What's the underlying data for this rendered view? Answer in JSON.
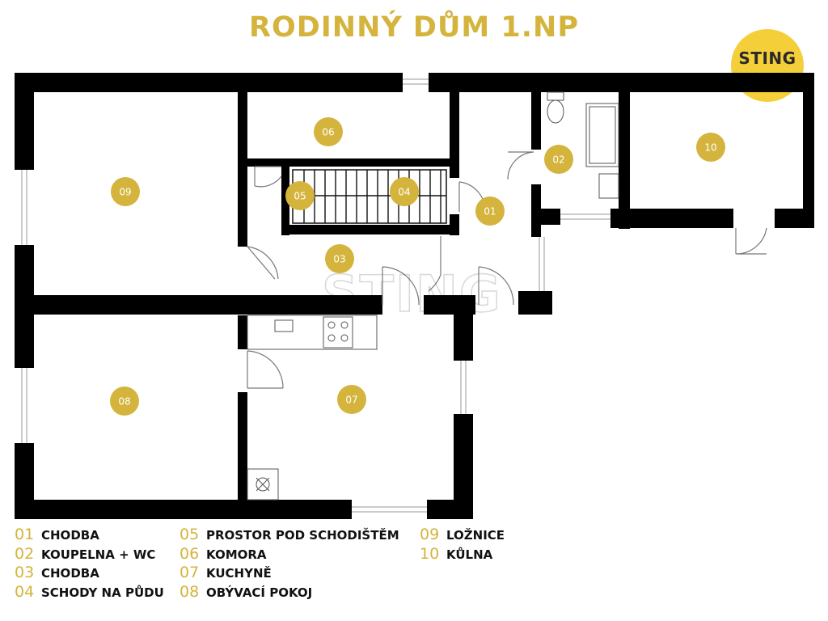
{
  "title": "RODINNÝ DŮM 1.NP",
  "logo": {
    "text": "STING"
  },
  "watermark": {
    "text": "STING"
  },
  "colors": {
    "accent": "#d4b43c",
    "wall": "#000000",
    "logo_bg": "#f5cf3a"
  },
  "rooms": [
    {
      "num": "01",
      "label": "CHODBA"
    },
    {
      "num": "02",
      "label": "KOUPELNA + WC"
    },
    {
      "num": "03",
      "label": "CHODBA"
    },
    {
      "num": "04",
      "label": "SCHODY NA PŮDU"
    },
    {
      "num": "05",
      "label": "PROSTOR POD SCHODIŠTĚM"
    },
    {
      "num": "06",
      "label": "KOMORA"
    },
    {
      "num": "07",
      "label": "KUCHYNĚ"
    },
    {
      "num": "08",
      "label": "OBÝVACÍ POKOJ"
    },
    {
      "num": "09",
      "label": "LOŽNICE"
    },
    {
      "num": "10",
      "label": "KŮLNA"
    }
  ]
}
